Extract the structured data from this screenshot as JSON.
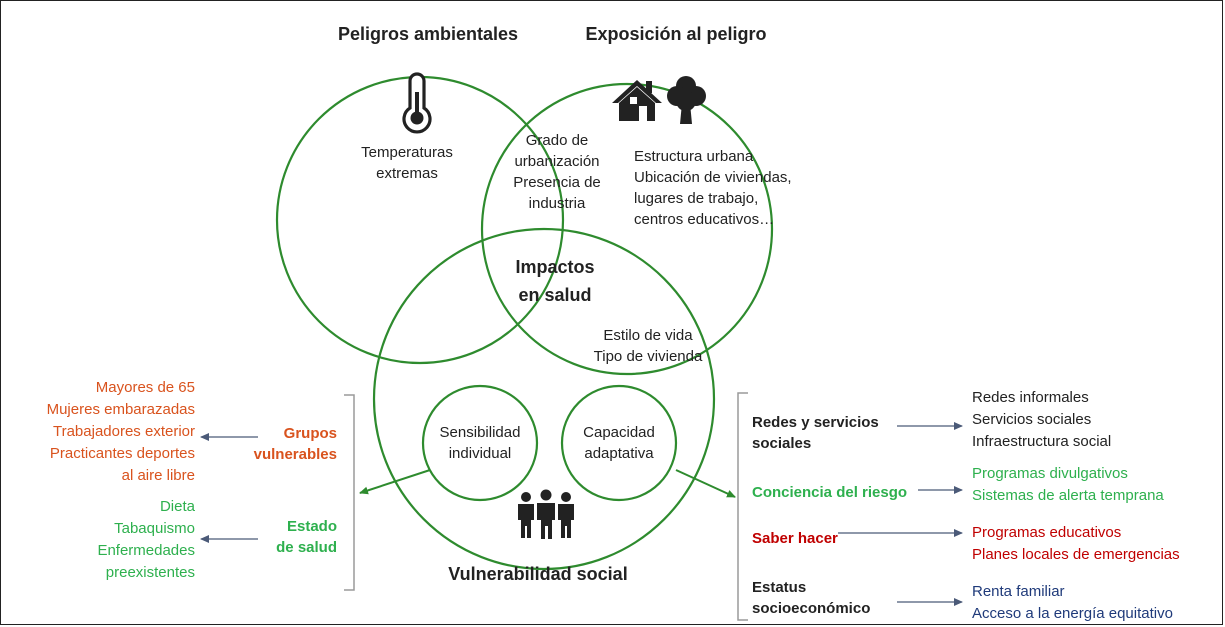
{
  "colors": {
    "circle": "#2e8b2e",
    "orange": "#d9531e",
    "green": "#2eb04e",
    "red": "#c00000",
    "navy": "#1f3a7a",
    "dark": "#222222"
  },
  "icons": [
    "thermometer-icon",
    "house-icon",
    "tree-icon",
    "people-icon"
  ],
  "titles": {
    "hazards": "Peligros ambientales",
    "exposure": "Exposición al peligro",
    "vulnerability": "Vulnerabilidad social"
  },
  "center": [
    "Impactos",
    "en salud"
  ],
  "hazards_text": [
    "Temperaturas",
    "extremas"
  ],
  "overlap_top": [
    "Grado de",
    "urbanización",
    "Presencia de",
    "industria"
  ],
  "exposure_text": [
    "Estructura urbana",
    "Ubicación de viviendas,",
    "lugares de trabajo,",
    "centros educativos…"
  ],
  "overlap_right": [
    "Estilo de vida",
    "Tipo de vivienda"
  ],
  "inner_circles": {
    "sensitivity": [
      "Sensibilidad",
      "individual"
    ],
    "capacity": [
      "Capacidad",
      "adaptativa"
    ]
  },
  "left": {
    "groups_label": [
      "Grupos",
      "vulnerables"
    ],
    "groups_items": [
      "Mayores de 65",
      "Mujeres embarazadas",
      "Trabajadores exterior",
      "Practicantes deportes",
      "al aire libre"
    ],
    "health_label": [
      "Estado",
      "de salud"
    ],
    "health_items": [
      "Dieta",
      "Tabaquismo",
      "Enfermedades",
      "preexistentes"
    ]
  },
  "right": {
    "networks_label": [
      "Redes y servicios",
      "sociales"
    ],
    "networks_items": [
      "Redes informales",
      "Servicios sociales",
      "Infraestructura social"
    ],
    "awareness_label": "Conciencia del riesgo",
    "awareness_items": [
      "Programas divulgativos",
      "Sistemas de alerta temprana"
    ],
    "knowhow_label": "Saber hacer",
    "knowhow_items": [
      "Programas educativos",
      "Planes locales de emergencias"
    ],
    "status_label": [
      "Estatus",
      "socioeconómico"
    ],
    "status_items": [
      "Renta familiar",
      "Acceso a la energía equitativo"
    ]
  }
}
